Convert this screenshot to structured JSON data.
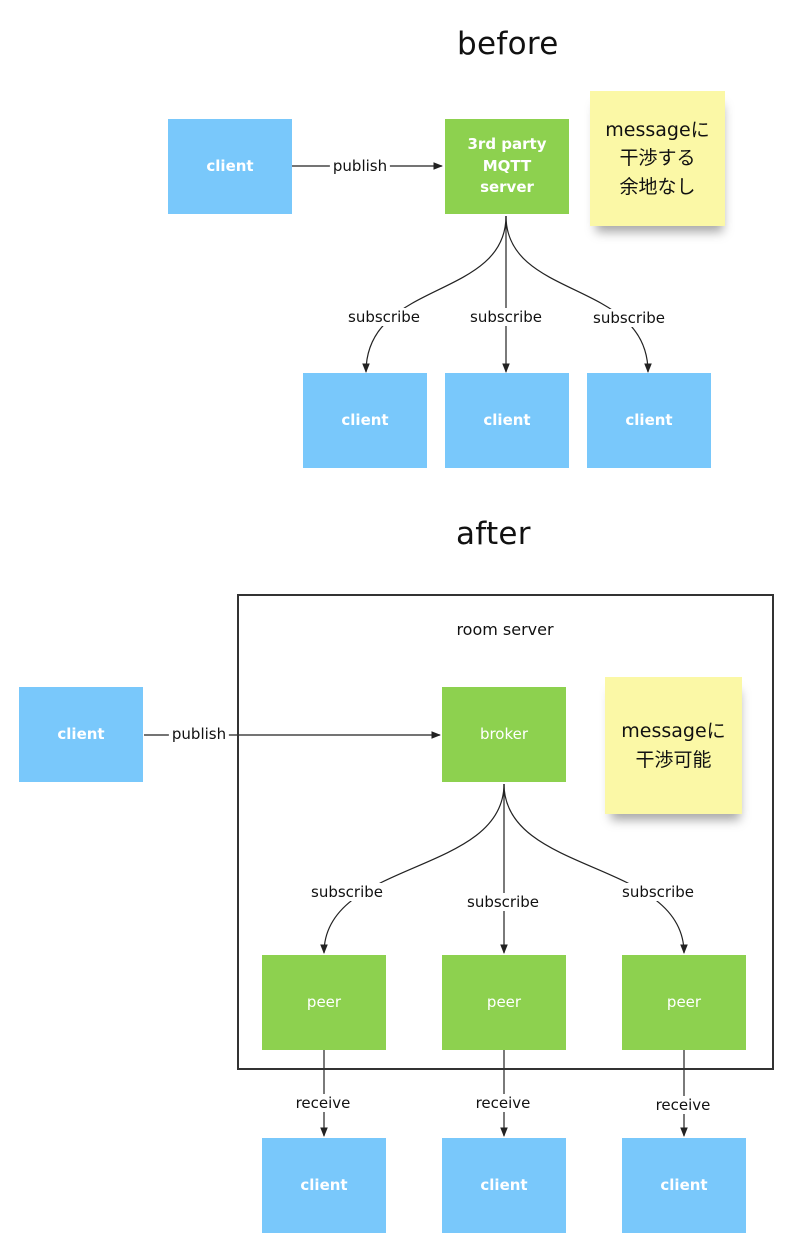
{
  "before": {
    "title": "before",
    "publisher": "client",
    "server": "3rd party MQTT server",
    "publish_label": "publish",
    "subscribe_labels": [
      "subscribe",
      "subscribe",
      "subscribe"
    ],
    "subscribers": [
      "client",
      "client",
      "client"
    ],
    "note": "messageに\n干渉する\n余地なし"
  },
  "after": {
    "title": "after",
    "container_title": "room server",
    "publisher": "client",
    "broker": "broker",
    "publish_label": "publish",
    "subscribe_labels": [
      "subscribe",
      "subscribe",
      "subscribe"
    ],
    "peers": [
      "peer",
      "peer",
      "peer"
    ],
    "receive_labels": [
      "receive",
      "receive",
      "receive"
    ],
    "clients": [
      "client",
      "client",
      "client"
    ],
    "note": "messageに\n干渉可能"
  },
  "colors": {
    "client": "#79c8fb",
    "server": "#8dd14f",
    "note": "#fbf8a6",
    "line": "#222222"
  }
}
